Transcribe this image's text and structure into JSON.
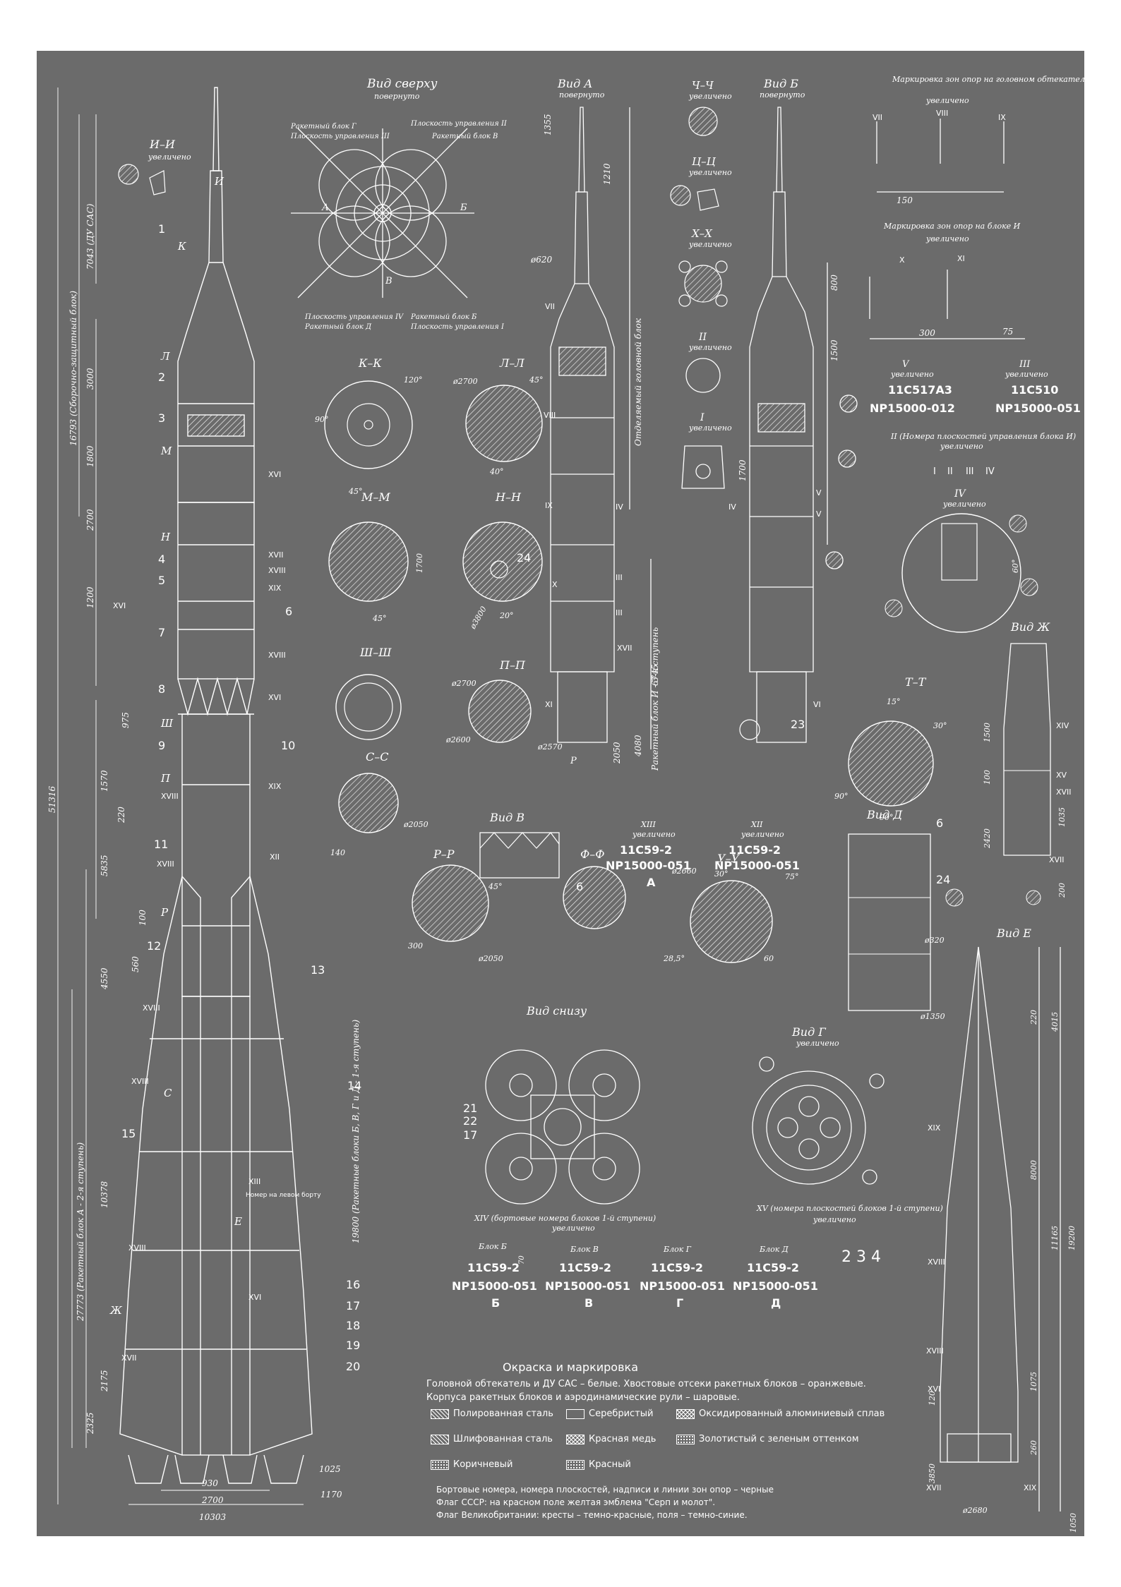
{
  "views": {
    "top_view": {
      "title": "Вид сверху",
      "sub": "повернуто",
      "labels": [
        "Ракетный блок Г",
        "Плоскость управления II",
        "Плоскость управления III",
        "Ракетный блок В",
        "Плоскость управления IV",
        "Ракетный блок Б",
        "Ракетный блок Д",
        "Плоскость управления I",
        "А",
        "Б",
        "В"
      ]
    },
    "view_a": {
      "title": "Вид А",
      "sub": "повернуто"
    },
    "view_b": {
      "title": "Вид Б",
      "sub": "повернуто"
    },
    "view_v": {
      "title": "Вид В"
    },
    "view_g": {
      "title": "Вид Г",
      "sub": "увеличено"
    },
    "view_d": {
      "title": "Вид Д"
    },
    "view_e": {
      "title": "Вид Е"
    },
    "view_zh": {
      "title": "Вид Ж"
    },
    "view_bottom": {
      "title": "Вид снизу"
    },
    "ii": {
      "title": "И–И",
      "sub": "увеличено"
    },
    "chch": {
      "title": "Ч–Ч",
      "sub": "увеличено"
    },
    "tsts": {
      "title": "Ц–Ц",
      "sub": "увеличено"
    },
    "xx": {
      "title": "Х–Х",
      "sub": "увеличено"
    },
    "sec_ii_roman": {
      "title": "II",
      "sub": "увеличено"
    },
    "sec_i_roman": {
      "title": "I",
      "sub": "увеличено"
    },
    "sec_iv_roman": {
      "title": "IV",
      "sub": "увеличено"
    },
    "kk": {
      "title": "К–К"
    },
    "ll": {
      "title": "Л–Л"
    },
    "mm": {
      "title": "М–М"
    },
    "nn": {
      "title": "Н–Н"
    },
    "shsh": {
      "title": "Ш–Ш"
    },
    "pp": {
      "title": "П–П"
    },
    "ss": {
      "title": "С–С"
    },
    "rr": {
      "title": "Р–Р"
    },
    "ff": {
      "title": "Ф–Ф"
    },
    "uu": {
      "title": "У–У"
    },
    "tt": {
      "title": "Т–Т"
    }
  },
  "dimensions": {
    "left": [
      "51316",
      "16793 (Сборочно-защитный блок)",
      "7043 (ДУ САС)",
      "3000",
      "1800",
      "2700",
      "1200",
      "975",
      "1570",
      "220",
      "5835",
      "100",
      "560",
      "4550",
      "27773 (Ракетный блок А - 2-я ступень)",
      "10378",
      "19800 (Ракетные блоки Б, В, Г и Д - 1-я ступень)",
      "2175",
      "2325",
      "930",
      "2700",
      "10303",
      "1025",
      "1170"
    ],
    "view_a": [
      "1355",
      "1210",
      "ø620",
      "Отделяемый головной блок",
      "6745",
      "Ракетный блок И - 3-я ступень",
      "4080",
      "2050"
    ],
    "view_b": [
      "800",
      "1500",
      "1700"
    ],
    "sections": [
      "ø2700",
      "45°",
      "120°",
      "90°",
      "40°",
      "45°",
      "1700",
      "ø3800",
      "20°",
      "ø2700",
      "ø2600",
      "ø2570",
      "140",
      "ø2050",
      "300",
      "ø2050",
      "45°",
      "ø2660",
      "30°",
      "75°",
      "28,5°",
      "60",
      "60°",
      "15°",
      "30°",
      "90°"
    ],
    "view_zh": [
      "1500",
      "100",
      "2420",
      "1035",
      "200"
    ],
    "view_e": [
      "ø320",
      "220",
      "4015",
      "ø1350",
      "8000",
      "11165",
      "19200",
      "1075",
      "120",
      "3850",
      "260",
      "ø2680",
      "1050"
    ],
    "markings_top": [
      "150",
      "300",
      "75"
    ]
  },
  "callouts": [
    "1",
    "2",
    "3",
    "4",
    "5",
    "6",
    "7",
    "8",
    "9",
    "10",
    "11",
    "12",
    "13",
    "14",
    "15",
    "16",
    "17",
    "18",
    "19",
    "20",
    "21",
    "22",
    "23",
    "24"
  ],
  "cut_letters": [
    "И",
    "К",
    "Л",
    "М",
    "Н",
    "Ш",
    "П",
    "Р",
    "С",
    "Е",
    "Ж",
    "Ц",
    "Ч",
    "Х",
    "Ф",
    "У",
    "Т",
    "Д"
  ],
  "roman": [
    "I",
    "II",
    "III",
    "IV",
    "V",
    "VI",
    "VII",
    "VIII",
    "IX",
    "X",
    "XI",
    "XII",
    "XIII",
    "XIV",
    "XV",
    "XVI",
    "XVII",
    "XVIII",
    "XIX"
  ],
  "markings": {
    "fairing_title": "Маркировка зон опор на головном обтекателе",
    "fairing_sub": "увеличено",
    "fairing_romans": [
      "VII",
      "VIII",
      "IX"
    ],
    "block_i_title": "Маркировка зон опор на блоке И",
    "block_i_sub": "увеличено",
    "block_i_romans": [
      "X",
      "XI"
    ],
    "codes": [
      {
        "roman": "V",
        "sub": "увеличено",
        "line1": "11С517А3",
        "line2": "NP15000-012"
      },
      {
        "roman": "III",
        "sub": "увеличено",
        "line1": "11С510",
        "line2": "NP15000-051"
      }
    ],
    "plane_note": "II (Номера плоскостей управления блока И)",
    "plane_note_sub": "увеличено",
    "plane_romans": [
      "I",
      "II",
      "III",
      "IV"
    ],
    "xiii_code": {
      "roman": "XIII",
      "sub": "увеличено",
      "line1": "11С59-2",
      "line2": "NP15000-051",
      "letter": "А"
    },
    "xii_code": {
      "roman": "XII",
      "sub": "увеличено",
      "line1": "11С59-2",
      "line2": "NP15000-051"
    },
    "xiii_note": "Номер на левом борту",
    "xiv_note": "XIV (бортовые номера блоков 1-й ступени)",
    "xiv_sub": "увеличено",
    "xv_note": "XV (номера плоскостей блоков 1-й ступени)",
    "xv_sub": "увеличено",
    "blocks": [
      {
        "name": "Блок Б",
        "line1": "11С59-2",
        "line2": "NP15000-051",
        "letter": "Б",
        "dim": "70"
      },
      {
        "name": "Блок В",
        "line1": "11С59-2",
        "line2": "NP15000-051",
        "letter": "В"
      },
      {
        "name": "Блок Г",
        "line1": "11С59-2",
        "line2": "NP15000-051",
        "letter": "Г"
      },
      {
        "name": "Блок Д",
        "line1": "11С59-2",
        "line2": "NP15000-051",
        "letter": "Д"
      }
    ],
    "digits": "2 3 4"
  },
  "legend": {
    "title": "Окраска и маркировка",
    "text1": "Головной обтекатель и ДУ САС – белые. Хвостовые отсеки ракетных блоков – оранжевые.",
    "text2": "Корпуса ракетных блоков и аэродинамические рули – шаровые.",
    "items": [
      {
        "pattern": "hatch",
        "label": "Полированная сталь"
      },
      {
        "pattern": "plain",
        "label": "Серебристый"
      },
      {
        "pattern": "cross",
        "label": "Оксидированный алюминиевый сплав"
      },
      {
        "pattern": "hatch",
        "label": "Шлифованная сталь"
      },
      {
        "pattern": "cross",
        "label": "Красная медь"
      },
      {
        "pattern": "dots",
        "label": "Золотистый с зеленым оттенком"
      },
      {
        "pattern": "dots",
        "label": "Коричневый"
      },
      {
        "pattern": "dots",
        "label": "Красный"
      }
    ],
    "bottom1": "Бортовые номера, номера плоскостей, надписи и линии зон опор – черные",
    "bottom2": "Флаг СССР: на красном поле желтая эмблема \"Серп и молот\".",
    "bottom3": "Флаг Великобритании: кресты – темно-красные, поля – темно-синие."
  },
  "colors": {
    "background": "#6b6b6b",
    "lines": "#ffffff",
    "page": "#ffffff"
  }
}
